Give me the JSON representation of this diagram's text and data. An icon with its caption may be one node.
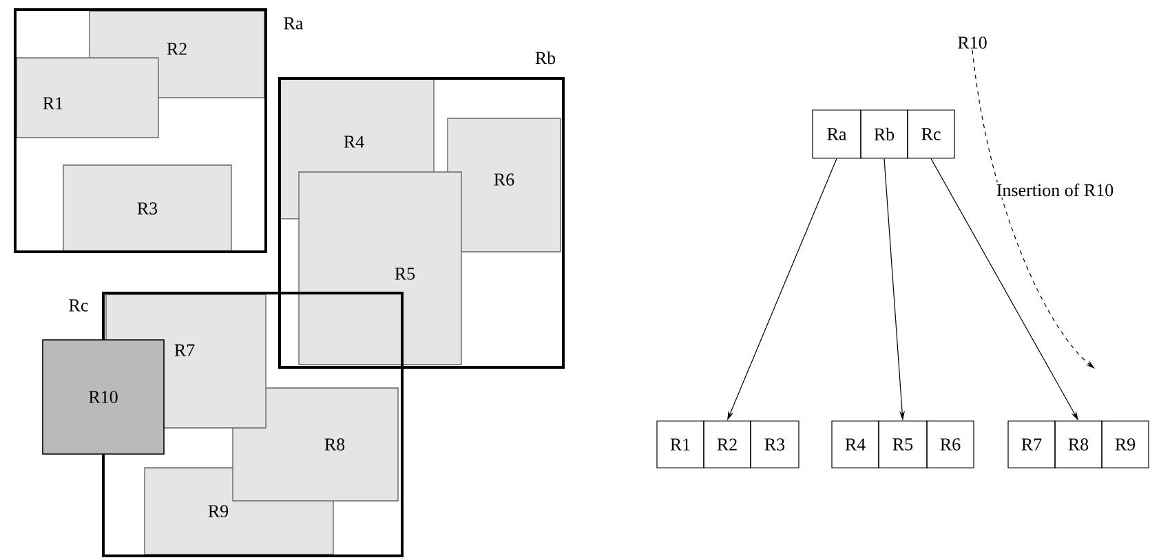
{
  "diagram": {
    "nodes": [
      {
        "text": [
          "Ra"
        ]
      },
      {
        "text": [
          "R1"
        ],
        "in": 0
      },
      {
        "text": [
          "R2"
        ],
        "in": 0
      },
      {
        "text": [
          "R3"
        ],
        "in": 0
      },
      {
        "text": [
          "Rb"
        ]
      },
      {
        "text": [
          "R4"
        ],
        "in": 4
      },
      {
        "text": [
          "R5"
        ],
        "in": 4
      },
      {
        "text": [
          "R6"
        ],
        "in": 4
      },
      {
        "text": [
          "Rc"
        ]
      },
      {
        "text": [
          "R7"
        ],
        "in": 8
      },
      {
        "text": [
          "R10"
        ]
      },
      {
        "text": [
          "R8"
        ],
        "in": 8
      },
      {
        "text": [
          "R9"
        ],
        "in": 8
      },
      {
        "text": [
          "R10"
        ]
      },
      {
        "text": [
          "Ra"
        ]
      },
      {
        "text": [
          "Rb"
        ]
      },
      {
        "text": [
          "Rc"
        ]
      },
      {
        "text": [
          "R1"
        ]
      },
      {
        "text": [
          "R2"
        ]
      },
      {
        "text": [
          "R3"
        ]
      },
      {
        "text": [
          "R4"
        ]
      },
      {
        "text": [
          "R5"
        ]
      },
      {
        "text": [
          "R6"
        ]
      },
      {
        "text": [
          "R7"
        ]
      },
      {
        "text": [
          "R8"
        ]
      },
      {
        "text": [
          "R9"
        ]
      }
    ],
    "edges": [
      {
        "from": 14,
        "to": 18,
        "arrow": "to"
      },
      {
        "from": 15,
        "to": 21,
        "arrow": "to"
      },
      {
        "from": 16,
        "to": 24,
        "arrow": "to"
      },
      {
        "from": 13,
        "to": null,
        "arrow": "to",
        "style": "dashed",
        "label": "Insertion of R10"
      }
    ]
  }
}
